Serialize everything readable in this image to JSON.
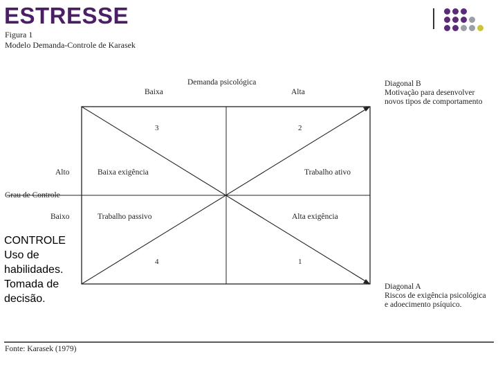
{
  "slide": {
    "title": "ESTRESSE",
    "figure_label": "Figura 1",
    "figure_title": "Modelo Demanda-Controle de Karasek",
    "controle_text": "CONTROLE Uso de habilidades. Tomada de decisão.",
    "source": "Fonte: Karasek (1979)",
    "accent_color": "#4a1f66"
  },
  "diagram": {
    "x_axis_title": "Demanda psicológica",
    "x_low": "Baixa",
    "x_high": "Alta",
    "y_axis_title": "Grau de Controle",
    "y_high": "Alto",
    "y_low": "Baixo",
    "quadrant_numbers": {
      "top_left": "3",
      "top_right": "2",
      "bottom_left": "4",
      "bottom_right": "1"
    },
    "quadrant_labels": {
      "top_left": "Baixa exigência",
      "top_right": "Trabalho ativo",
      "bottom_left": "Trabalho passivo",
      "bottom_right": "Alta exigência"
    },
    "diagonal_b": {
      "title": "Diagonal B",
      "line1": "Motivação para desenvolver",
      "line2": "novos tipos de comportamento"
    },
    "diagonal_a": {
      "title": "Diagonal A",
      "line1": "Riscos de exigência psicológica",
      "line2": "e adoecimento psíquico."
    }
  }
}
